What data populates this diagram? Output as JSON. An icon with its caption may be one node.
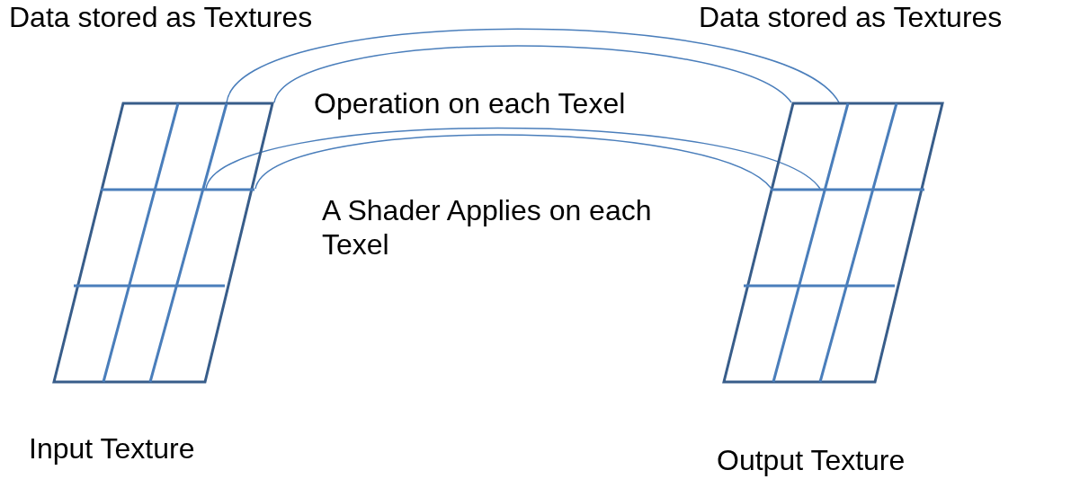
{
  "diagram": {
    "nodes": [
      {
        "text": [],
        "shape": "grid"
      },
      {
        "text": [],
        "shape": "grid"
      }
    ],
    "edges": [
      {
        "from": 0,
        "to": 1,
        "arrow": "none"
      },
      {
        "from": 0,
        "to": 1,
        "arrow": "none"
      },
      {
        "from": 0,
        "to": 1,
        "arrow": "none"
      },
      {
        "from": 0,
        "to": 1,
        "arrow": "none"
      }
    ],
    "labels": [
      "Data stored as Textures",
      "Data stored as Textures",
      "Operation on each Texel",
      "A Shader Applies on each Texel",
      "Input Texture",
      "Output Texture"
    ]
  }
}
